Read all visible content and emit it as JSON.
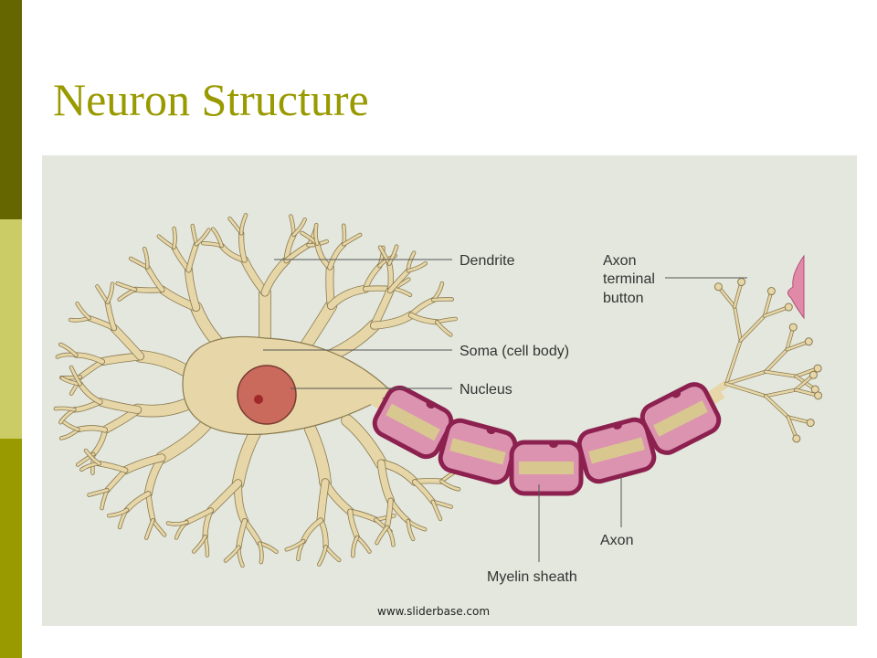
{
  "slide": {
    "title": "Neuron Structure",
    "watermark": "www.sliderbase.com"
  },
  "diagram": {
    "labels": {
      "dendrite": "Dendrite",
      "soma": "Soma (cell body)",
      "nucleus": "Nucleus",
      "axon_terminal_1": "Axon",
      "axon_terminal_2": "terminal",
      "axon_terminal_3": "button",
      "axon": "Axon",
      "myelin": "Myelin sheath"
    }
  },
  "colors": {
    "bar_dark": "#666600",
    "bar_light": "#cccc66",
    "bar_mid": "#999900",
    "title": "#999900",
    "panel": "#e4e7dd",
    "cell": "#e6d6a8",
    "nucleus": "#c96a5c",
    "myelin": "#dc93b0",
    "myelin_stroke": "#8c2150"
  }
}
